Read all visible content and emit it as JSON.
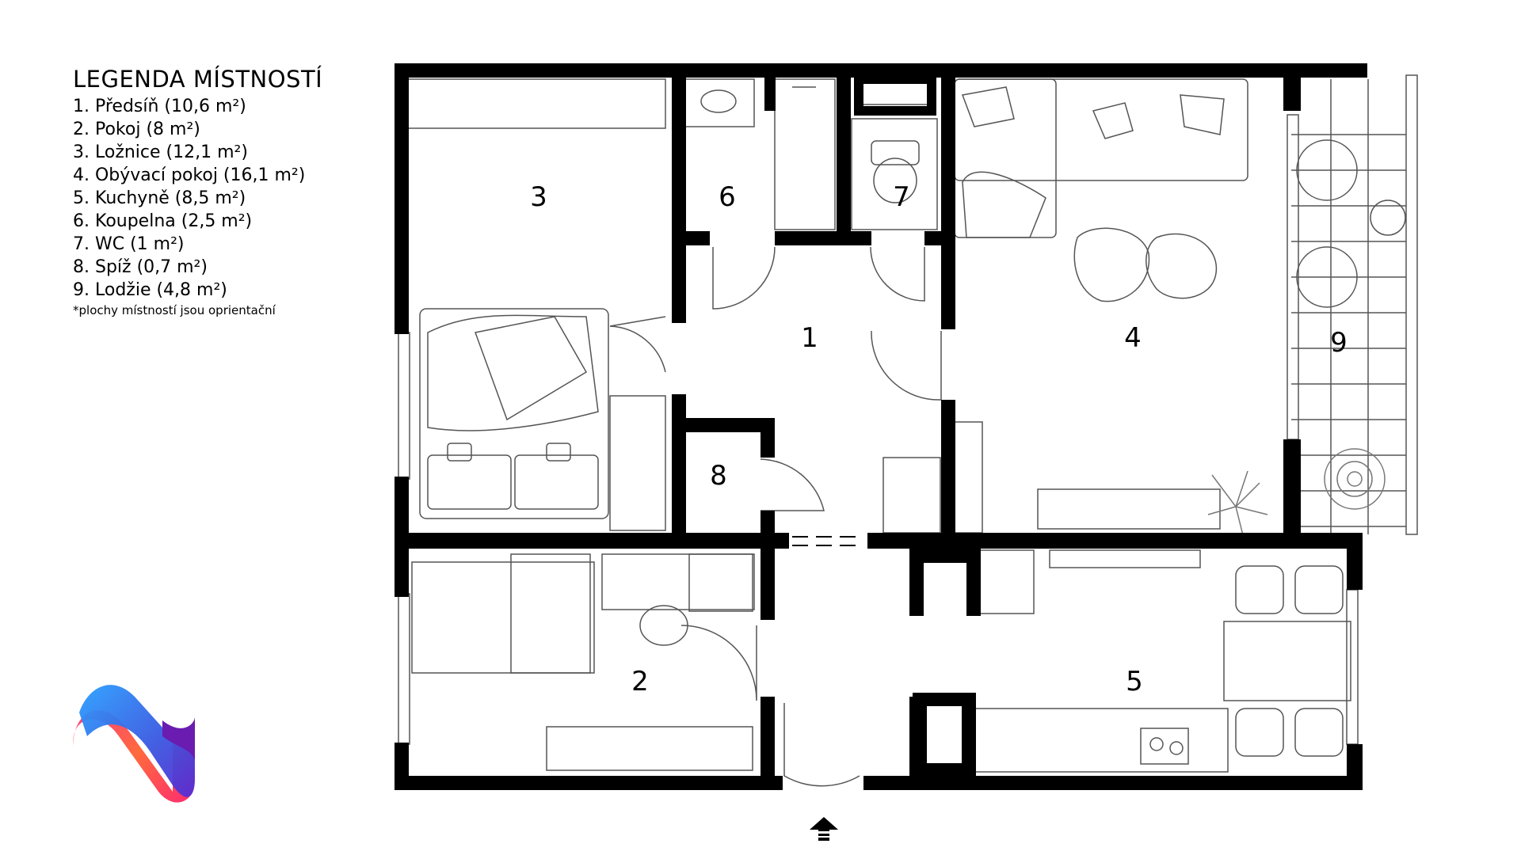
{
  "legend": {
    "title": "LEGENDA MÍSTNOSTÍ",
    "items": [
      "1. Předsíň (10,6 m²)",
      "2. Pokoj (8 m²)",
      "3. Ložnice (12,1 m²)",
      "4. Obývací pokoj (16,1 m²)",
      "5. Kuchyně (8,5 m²)",
      "6. Koupelna  (2,5 m²)",
      "7. WC  (1 m²)",
      "8. Spíž (0,7 m²)",
      "9. Lodžie (4,8 m²)"
    ],
    "note": "*plochy místností jsou oprientační"
  },
  "rooms": {
    "r1": "1",
    "r2": "2",
    "r3": "3",
    "r4": "4",
    "r5": "5",
    "r6": "6",
    "r7": "7",
    "r8": "8",
    "r9": "9"
  },
  "icons": {
    "logo": "n-logo-icon",
    "entrance": "entrance-arrow-icon"
  },
  "colors": {
    "wall": "#000000",
    "furniture": "#555555",
    "plant": "#777777",
    "logo_blue": "#3a55e0",
    "logo_pink": "#ff3d7f",
    "logo_purple": "#6a1bb0"
  }
}
